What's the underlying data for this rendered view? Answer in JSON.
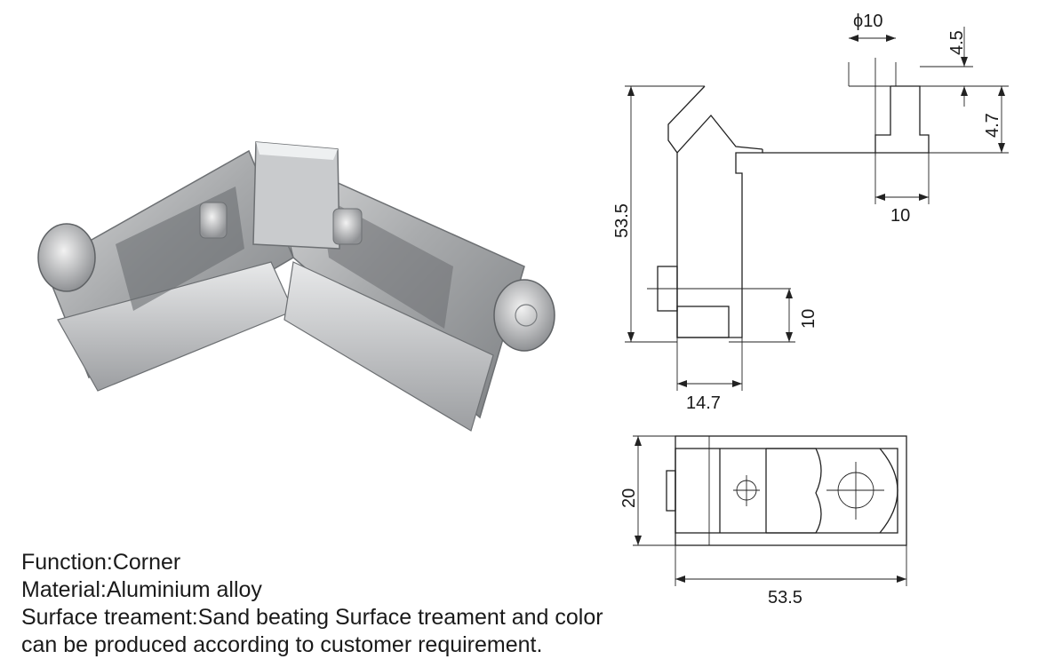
{
  "product": {
    "photo_icon": "aluminium-corner-connector-icon"
  },
  "dimensions": {
    "phi10": "ϕ10",
    "d4_5": "4.5",
    "d4_7": "4.7",
    "d53_5_vert": "53.5",
    "d10_right": "10",
    "d10_vert": "10",
    "d14_7": "14.7",
    "d20": "20",
    "d53_5_bottom": "53.5"
  },
  "specs": {
    "function": "Function:Corner",
    "material": "Material:Aluminium alloy",
    "surface_line1": "Surface treament:Sand beating Surface treament and color",
    "surface_line2": "can be produced according to customer requirement."
  }
}
